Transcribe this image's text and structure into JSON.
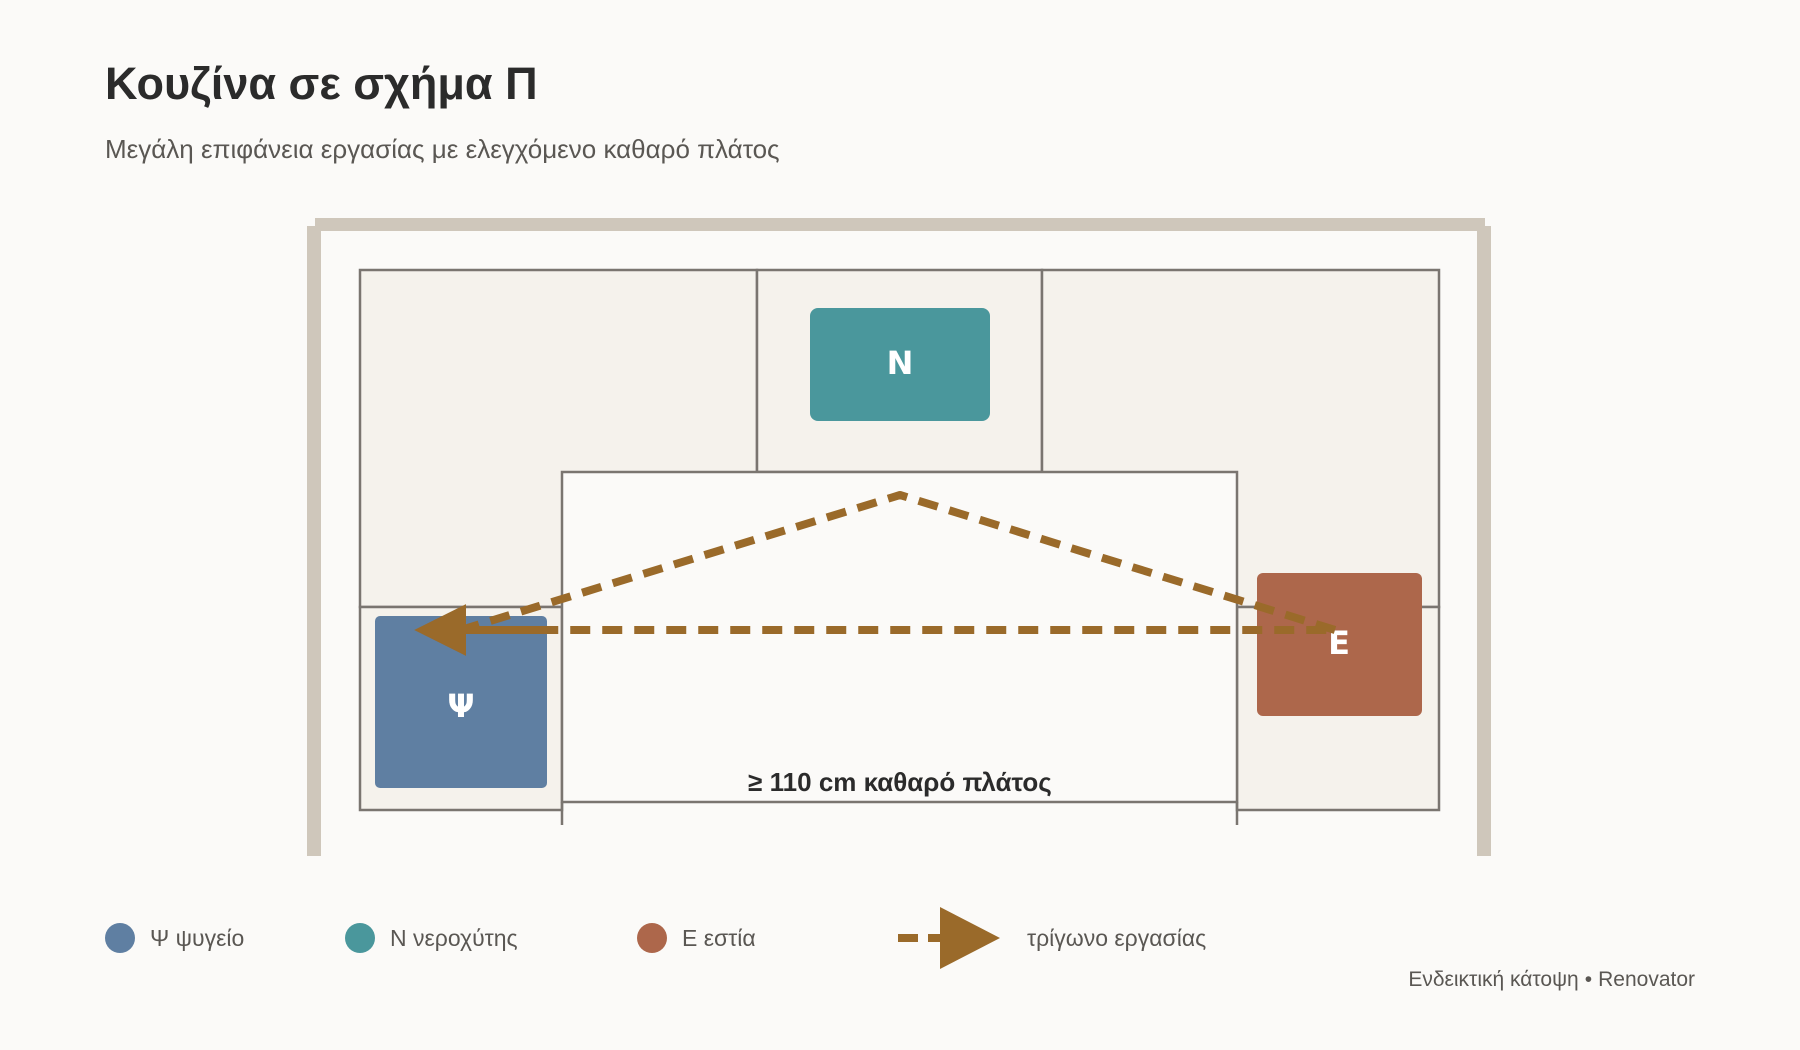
{
  "header": {
    "title": "Κουζίνα σε σχήμα Π",
    "subtitle": "Μεγάλη επιφάνεια εργασίας με ελεγχόμενο καθαρό πλάτος"
  },
  "appliances": {
    "fridge": {
      "letter": "Ψ",
      "color": "#5f7fa2"
    },
    "sink": {
      "letter": "Ν",
      "color": "#4a979c"
    },
    "stove": {
      "letter": "Ε",
      "color": "#ad674b"
    }
  },
  "clearance": {
    "label": "≥ 110 cm καθαρό πλάτος"
  },
  "triangle": {
    "color": "#9a6a2a"
  },
  "colors": {
    "wall": "#cfc7bb",
    "counter": "#f5f2ec",
    "outline": "#7a7570",
    "background": "#fbfaf8"
  },
  "legend": [
    {
      "label": "Ψ ψυγείο",
      "color": "#5f7fa2"
    },
    {
      "label": "Ν νεροχύτης",
      "color": "#4a979c"
    },
    {
      "label": "Ε εστία",
      "color": "#ad674b"
    },
    {
      "label": "τρίγωνο εργασίας",
      "color": "#9a6a2a"
    }
  ],
  "footer": {
    "note": "Ενδεικτική κάτοψη",
    "brand": "Renovator"
  }
}
